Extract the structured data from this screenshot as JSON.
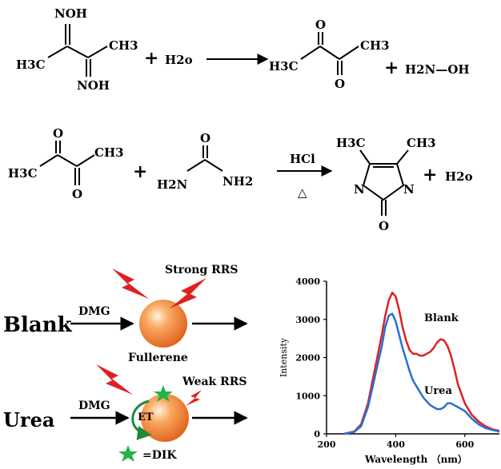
{
  "reaction1": {
    "reactant_top": "NOH",
    "reactant_bottom": "NOH",
    "reactant_left_methyl": "H3C",
    "reactant_right_methyl": "CH3",
    "plus1": "+",
    "water": "H2o",
    "product_left_methyl": "H3C",
    "product_right_methyl": "CH3",
    "product_top_o": "O",
    "product_bottom_o": "O",
    "plus2": "+",
    "hydroxylamine": "H2N—OH"
  },
  "reaction2": {
    "diketone_left_methyl": "H3C",
    "diketone_right_methyl": "CH3",
    "diketone_top_o": "O",
    "diketone_bottom_o": "O",
    "plus1": "+",
    "urea_o": "O",
    "urea_left": "H2N",
    "urea_right": "NH2",
    "catalyst": "HCl",
    "heat": "△",
    "product_left_methyl": "H3C",
    "product_right_methyl": "CH3",
    "product_n_left": "N",
    "product_n_right": "N",
    "product_o": "O",
    "plus2": "+",
    "water": "H2o"
  },
  "mechanism": {
    "blank_label": "Blank",
    "blank_reagent": "DMG",
    "strong_rrs": "Strong RRS",
    "fullerene_label": "Fullerene",
    "urea_label": "Urea",
    "urea_reagent": "DMG",
    "weak_rrs": "Weak RRS",
    "et_label": "ET",
    "dik_legend": "=DIK"
  },
  "colors": {
    "blank_curve": "#e02020",
    "urea_curve": "#2a6fd6",
    "sphere": "#f07a2a",
    "lightning": "#e02020",
    "star": "#22b24c",
    "et_arrow": "#1f8a3a"
  },
  "chart_data": {
    "type": "line",
    "xlabel": "Wavelength （nm）",
    "ylabel": "Intensity",
    "xlim": [
      200,
      700
    ],
    "ylim": [
      0,
      4000
    ],
    "xticks": [
      "200",
      "400",
      "600"
    ],
    "yticks": [
      "0",
      "1000",
      "2000",
      "3000",
      "4000"
    ],
    "grid": false,
    "legend": "inline labels",
    "series": [
      {
        "name": "Blank",
        "x": [
          250,
          280,
          300,
          320,
          340,
          360,
          370,
          380,
          390,
          400,
          410,
          420,
          430,
          440,
          450,
          460,
          470,
          480,
          490,
          500,
          510,
          520,
          530,
          540,
          550,
          560,
          570,
          580,
          600,
          620,
          640,
          660,
          680,
          700
        ],
        "y": [
          0,
          60,
          250,
          800,
          1700,
          2600,
          3100,
          3500,
          3700,
          3600,
          3250,
          2800,
          2450,
          2200,
          2100,
          2100,
          2050,
          2050,
          2100,
          2150,
          2250,
          2400,
          2480,
          2450,
          2300,
          2050,
          1700,
          1300,
          800,
          500,
          320,
          200,
          120,
          80
        ]
      },
      {
        "name": "Urea",
        "x": [
          250,
          280,
          300,
          320,
          340,
          360,
          370,
          380,
          390,
          400,
          410,
          420,
          430,
          440,
          450,
          460,
          470,
          480,
          490,
          500,
          510,
          520,
          530,
          540,
          550,
          560,
          570,
          580,
          600,
          620,
          640,
          660,
          680,
          700
        ],
        "y": [
          0,
          50,
          200,
          700,
          1500,
          2300,
          2800,
          3100,
          3150,
          2950,
          2600,
          2250,
          1950,
          1650,
          1400,
          1250,
          1100,
          950,
          850,
          750,
          700,
          650,
          650,
          700,
          800,
          800,
          750,
          700,
          600,
          400,
          250,
          150,
          100,
          60
        ]
      }
    ]
  }
}
